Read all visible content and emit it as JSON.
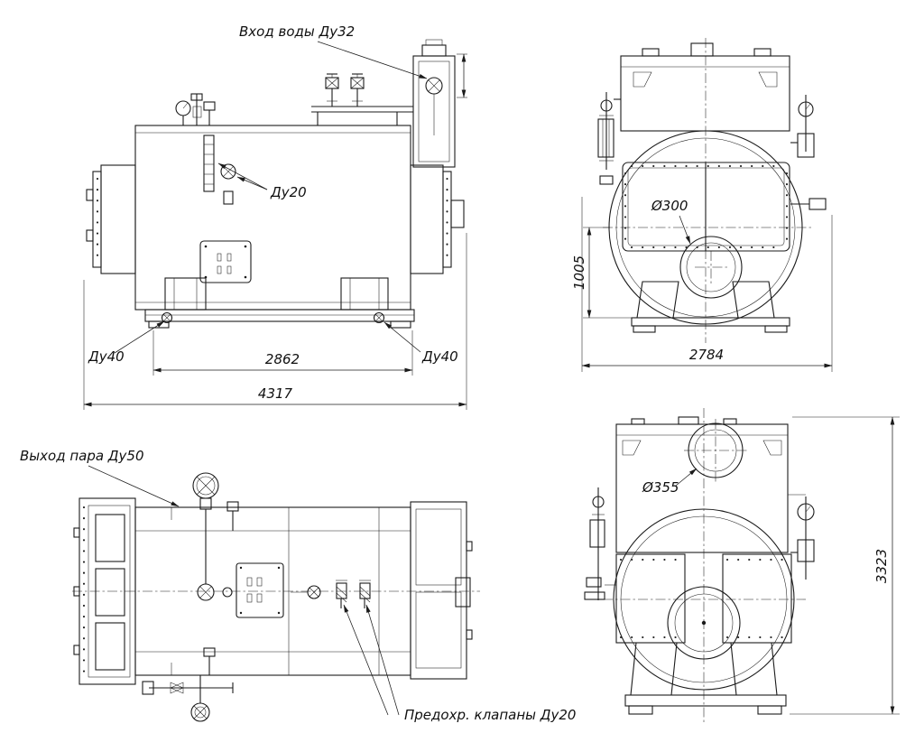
{
  "drawing": {
    "colors": {
      "line": "#1b1b1b",
      "background": "#ffffff"
    },
    "annotations": {
      "water_inlet": "Вход воды Ду32",
      "du20": "Ду20",
      "du40_left": "Ду40",
      "du40_right": "Ду40",
      "steam_outlet": "Выход пара Ду50",
      "safety_valves": "Предохр. клапаны Ду20",
      "dia_300": "Ø300",
      "dia_355": "Ø355"
    },
    "dimensions": {
      "support_span": "2862",
      "overall_length": "4317",
      "front_height": "1005",
      "front_width": "2784",
      "overall_height": "3323"
    }
  }
}
